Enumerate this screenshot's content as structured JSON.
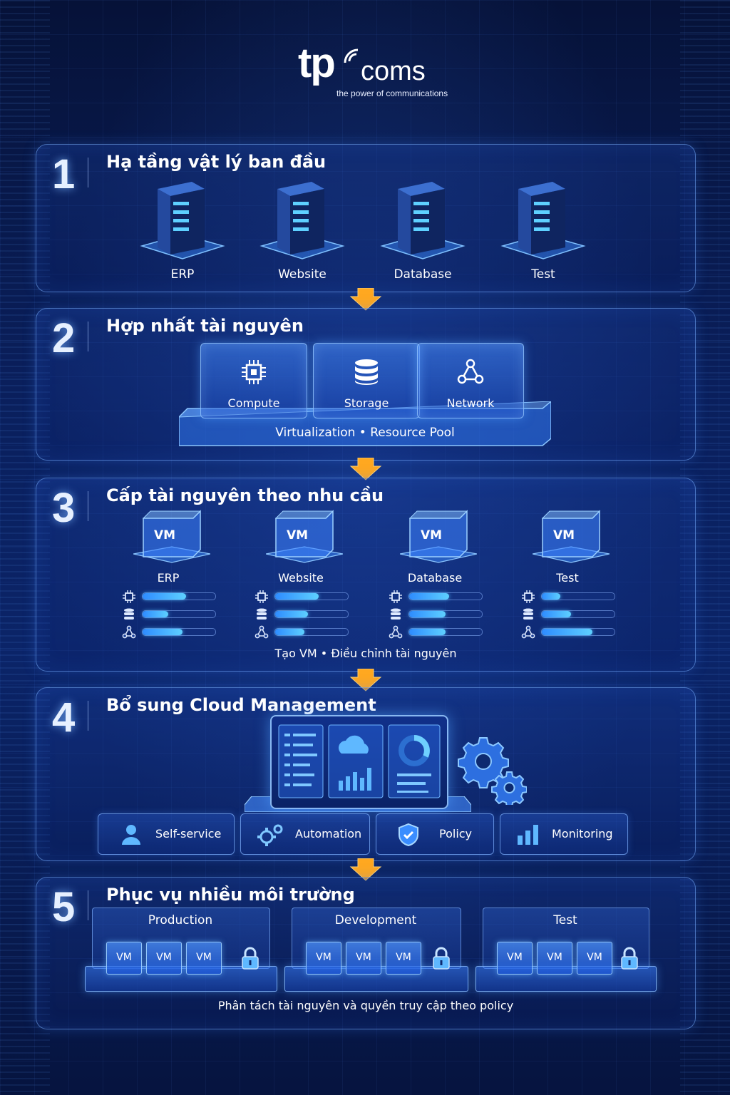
{
  "logo": {
    "brand_tp": "tp",
    "brand_coms": "coms",
    "tagline": "the power of communications"
  },
  "steps": [
    {
      "number": "1",
      "title": "Hạ tầng vật lý ban đầu",
      "servers": [
        "ERP",
        "Website",
        "Database",
        "Test"
      ]
    },
    {
      "number": "2",
      "title": "Hợp nhất tài nguyên",
      "resources": [
        "Compute",
        "Storage",
        "Network"
      ],
      "pool_label": "Virtualization • Resource Pool"
    },
    {
      "number": "3",
      "title": "Cấp tài nguyên theo nhu cầu",
      "vm_label": "VM",
      "vms": [
        {
          "name": "ERP",
          "compute": 0.6,
          "storage": 0.35,
          "network": 0.55
        },
        {
          "name": "Website",
          "compute": 0.6,
          "storage": 0.45,
          "network": 0.4
        },
        {
          "name": "Database",
          "compute": 0.55,
          "storage": 0.5,
          "network": 0.5
        },
        {
          "name": "Test",
          "compute": 0.25,
          "storage": 0.4,
          "network": 0.7
        }
      ],
      "caption": "Tạo VM • Điều chỉnh tài nguyên"
    },
    {
      "number": "4",
      "title": "Bổ sung Cloud Management",
      "services": [
        "Self-service",
        "Automation",
        "Policy",
        "Monitoring"
      ]
    },
    {
      "number": "5",
      "title": "Phục vụ nhiều môi trường",
      "environments": [
        {
          "name": "Production",
          "vms": [
            "VM",
            "VM",
            "VM"
          ]
        },
        {
          "name": "Development",
          "vms": [
            "VM",
            "VM",
            "VM"
          ]
        },
        {
          "name": "Test",
          "vms": [
            "VM",
            "VM",
            "VM"
          ]
        }
      ],
      "caption": "Phân tách tài nguyên và quyền truy cập theo policy"
    }
  ],
  "colors": {
    "accent": "#3a8dff",
    "glow": "#5ed0ff",
    "arrow": "#ffb020",
    "background": "#0a1f5c"
  }
}
